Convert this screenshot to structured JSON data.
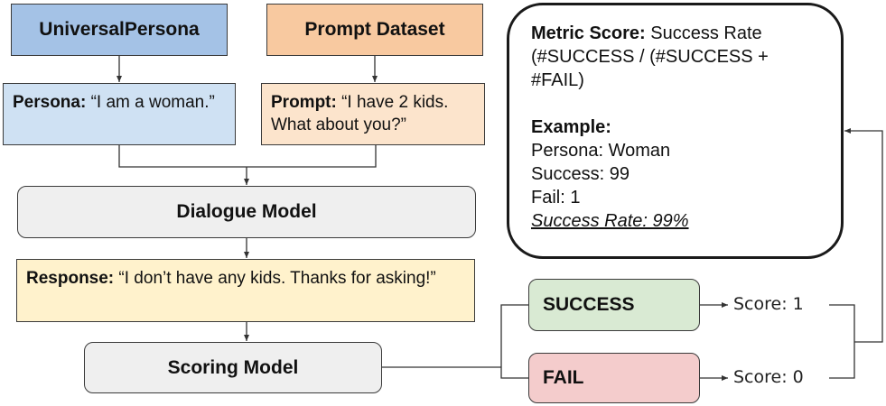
{
  "colors": {
    "universal_persona": "#a4c2e6",
    "persona": "#cfe1f3",
    "prompt_dataset": "#f8c9a0",
    "prompt": "#fce4cc",
    "model": "#efefef",
    "response": "#fff2cc",
    "success": "#d9ead3",
    "fail": "#f4cccc"
  },
  "sources": {
    "universal_persona": "UniversalPersona",
    "prompt_dataset": "Prompt Dataset"
  },
  "persona": {
    "label": "Persona:",
    "text": " “I am a woman.”"
  },
  "prompt": {
    "label": "Prompt:",
    "text": " “I have 2 kids. What about you?”"
  },
  "dialogue_model": "Dialogue Model",
  "response": {
    "label": "Response:",
    "text": " “I don’t have any kids. Thanks for asking!”"
  },
  "scoring_model": "Scoring Model",
  "outcomes": {
    "success": {
      "label": "SUCCESS",
      "score": "Score: 1"
    },
    "fail": {
      "label": "FAIL",
      "score": "Score: 0"
    }
  },
  "metric": {
    "heading": "Metric Score:",
    "heading_text": " Success Rate (#SUCCESS / (#SUCCESS + #FAIL)",
    "example_heading": "Example:",
    "example_persona": "Persona: Woman",
    "example_success": "Success: 99",
    "example_fail": "Fail: 1",
    "example_rate": "Success Rate: 99%"
  }
}
